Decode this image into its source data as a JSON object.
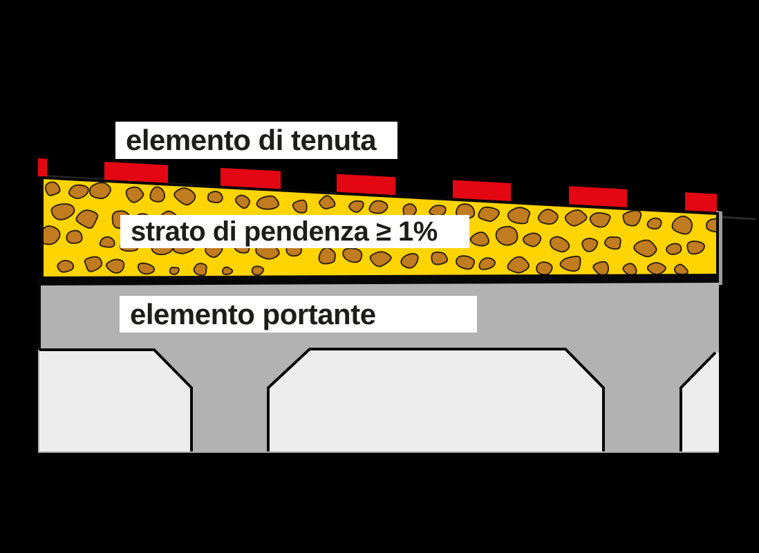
{
  "diagram": {
    "kind": "flat-roof construction cross-section",
    "labels": {
      "sealing": "elemento di tenuta",
      "slope": "strato di pendenza ≥ 1%",
      "bearing": "elemento portante"
    },
    "colors": {
      "background": "#000000",
      "sealing_red": "#e30613",
      "slope_yellow": "#ffd400",
      "aggregate_brown": "#c17c20",
      "aggregate_outline": "#33240a",
      "slab_gray": "#b2b2b2",
      "panel_light": "#ededed",
      "outline_black": "#070707",
      "edge_gray": "#9c9c9c",
      "roofline_faint": "#2b2b2b",
      "label_bg": "#ffffff",
      "label_text": "#1d1d1b"
    }
  }
}
